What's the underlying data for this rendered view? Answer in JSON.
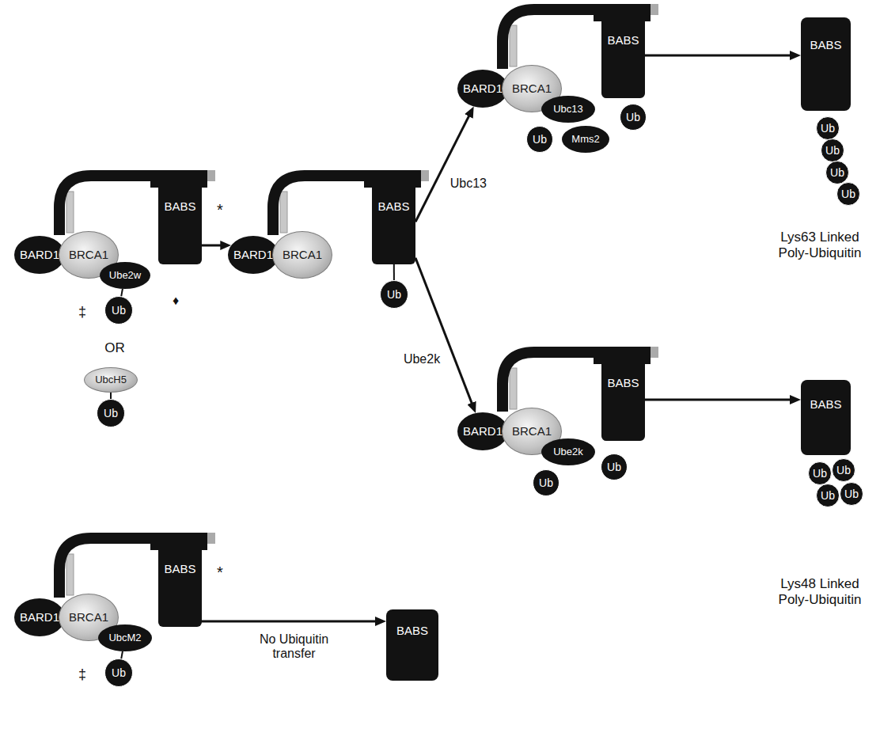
{
  "diagram": {
    "nodes": [
      {
        "text": [
          "BARD1"
        ]
      },
      {
        "text": [
          "BRCA1"
        ]
      },
      {
        "text": [
          "Ube2w"
        ]
      },
      {
        "text": [
          "Ub"
        ]
      },
      {
        "text": [
          "BABS"
        ]
      },
      {
        "text": [
          "UbcH5"
        ]
      },
      {
        "text": [
          "Ub"
        ]
      },
      {
        "text": [
          "BARD1"
        ]
      },
      {
        "text": [
          "BRCA1"
        ]
      },
      {
        "text": [
          "BABS"
        ]
      },
      {
        "text": [
          "Ub"
        ]
      },
      {
        "text": [
          "BARD1"
        ]
      },
      {
        "text": [
          "BRCA1"
        ]
      },
      {
        "text": [
          "Ubc13"
        ]
      },
      {
        "text": [
          "Ub"
        ]
      },
      {
        "text": [
          "Mms2"
        ]
      },
      {
        "text": [
          "BABS"
        ]
      },
      {
        "text": [
          "Ub"
        ]
      },
      {
        "text": [
          "BABS"
        ]
      },
      {
        "text": [
          "Ub"
        ]
      },
      {
        "text": [
          "Ub"
        ]
      },
      {
        "text": [
          "Ub"
        ]
      },
      {
        "text": [
          "Ub"
        ]
      },
      {
        "text": [
          "BARD1"
        ]
      },
      {
        "text": [
          "BRCA1"
        ]
      },
      {
        "text": [
          "Ube2k"
        ]
      },
      {
        "text": [
          "Ub"
        ]
      },
      {
        "text": [
          "BABS"
        ]
      },
      {
        "text": [
          "Ub"
        ]
      },
      {
        "text": [
          "BABS"
        ]
      },
      {
        "text": [
          "Ub"
        ]
      },
      {
        "text": [
          "Ub"
        ]
      },
      {
        "text": [
          "Ub"
        ]
      },
      {
        "text": [
          "Ub"
        ]
      },
      {
        "text": [
          "BARD1"
        ]
      },
      {
        "text": [
          "BRCA1"
        ]
      },
      {
        "text": [
          "UbcM2"
        ]
      },
      {
        "text": [
          "Ub"
        ]
      },
      {
        "text": [
          "BABS"
        ]
      },
      {
        "text": [
          "BABS"
        ]
      }
    ],
    "edges": [
      {
        "from": 4,
        "to": 7,
        "arrow": "to"
      },
      {
        "from": 2,
        "to": 3,
        "arrow": "none"
      },
      {
        "from": 5,
        "to": 6,
        "arrow": "none"
      },
      {
        "from": 9,
        "to": 10,
        "arrow": "none"
      },
      {
        "from": 9,
        "to": 11,
        "arrow": "to",
        "label": "Ubc13"
      },
      {
        "from": 9,
        "to": 23,
        "arrow": "to",
        "label": "Ube2k"
      },
      {
        "from": 16,
        "to": 18,
        "arrow": "to"
      },
      {
        "from": 27,
        "to": 29,
        "arrow": "to"
      },
      {
        "from": 36,
        "to": 37,
        "arrow": "none"
      },
      {
        "from": 38,
        "to": 39,
        "arrow": "to",
        "label": "No Ubiquitin transfer"
      }
    ],
    "labels": [
      "*",
      "‡",
      "♦",
      "OR",
      "Lys63 Linked Poly-Ubiquitin",
      "Lys48 Linked Poly-Ubiquitin",
      "*",
      "‡"
    ]
  }
}
